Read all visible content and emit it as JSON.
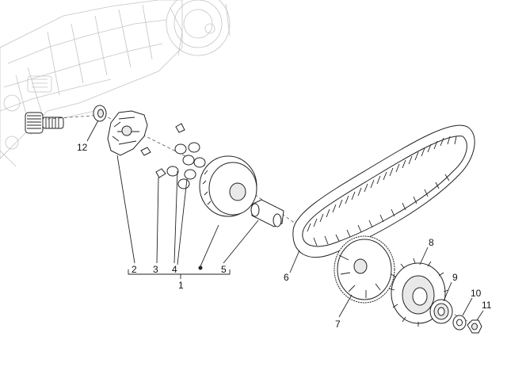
{
  "diagram": {
    "callouts": [
      {
        "id": "c1",
        "text": "1"
      },
      {
        "id": "c2",
        "text": "2"
      },
      {
        "id": "c3",
        "text": "3"
      },
      {
        "id": "c4",
        "text": "4"
      },
      {
        "id": "c5",
        "text": "5"
      },
      {
        "id": "c6",
        "text": "6"
      },
      {
        "id": "c7",
        "text": "7"
      },
      {
        "id": "c8",
        "text": "8"
      },
      {
        "id": "c9",
        "text": "9"
      },
      {
        "id": "c10",
        "text": "10"
      },
      {
        "id": "c11",
        "text": "11"
      },
      {
        "id": "c12",
        "text": "12"
      }
    ],
    "colors": {
      "line": "#222222",
      "ghost": "#c4c4c4",
      "shade": "#e9e9e9"
    }
  }
}
